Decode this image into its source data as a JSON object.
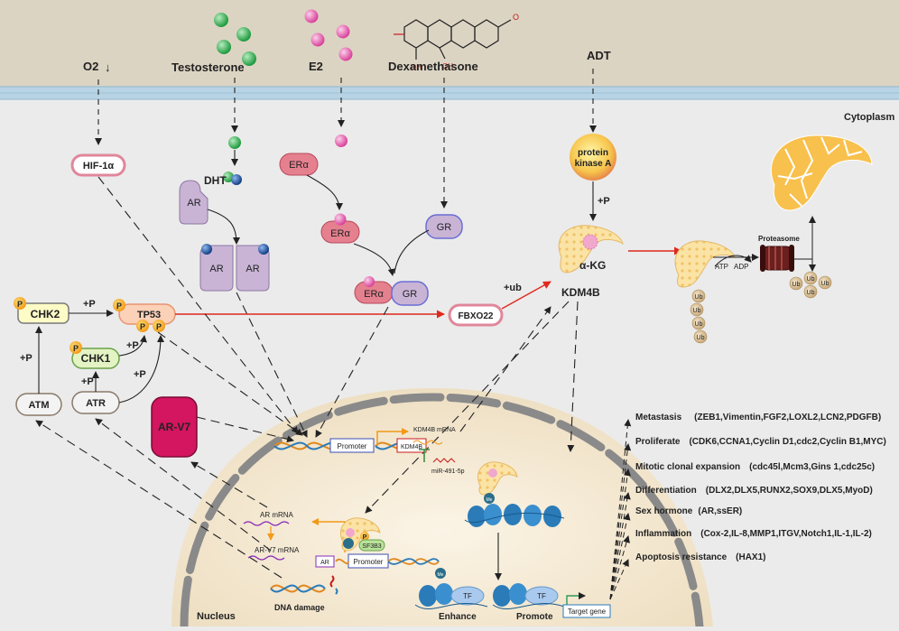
{
  "labels": {
    "o2": "O2",
    "testosterone": "Testosterone",
    "e2": "E2",
    "dexamethasone": "Dexamethasone",
    "adt": "ADT",
    "cytoplasm": "Cytoplasm",
    "nucleus": "Nucleus",
    "hif1a": "HIF-1α",
    "dht": "DHT",
    "ar": "AR",
    "er_alpha": "ERα",
    "gr": "GR",
    "protein_kinase_a_line1": "protein",
    "protein_kinase_a_line2": "kinase A",
    "plus_p": "+P",
    "plus_ub": "+ub",
    "alpha_kg": "α-KG",
    "kdm4b": "KDM4B",
    "proteasome": "Proteasome",
    "atp": "ATP",
    "adp": "ADP",
    "ub": "Ub",
    "chk2": "CHK2",
    "chk1": "CHK1",
    "tp53": "TP53",
    "atm": "ATM",
    "atr": "ATR",
    "p": "P",
    "fbxo22": "FBXO22",
    "ar_v7": "AR-V7",
    "promoter": "Promoter",
    "kdm4b_mrna": "KDM4B mRNA",
    "mir": "miR-491-5p",
    "ar_mrna": "AR mRNA",
    "ar_v7_mrna": "AR-V7 mRNA",
    "sf3b3": "SF3B3",
    "dna_damage": "DNA damage",
    "tf": "TF",
    "enhance": "Enhance",
    "promote": "Promote",
    "target_gene": "Target gene",
    "me": "Me"
  },
  "outcomes": [
    {
      "name": "Metastasis",
      "genes": "(ZEB1,Vimentin,FGF2,LOXL2,LCN2,PDGFB)"
    },
    {
      "name": "Proliferate",
      "genes": "(CDK6,CCNA1,Cyclin D1,cdc2,Cyclin B1,MYC)"
    },
    {
      "name": "Mitotic clonal expansion",
      "genes": "(cdc45l,Mcm3,Gins 1,cdc25c)"
    },
    {
      "name": "Differentiation",
      "genes": "(DLX2,DLX5,RUNX2,SOX9,DLX5,MyoD)"
    },
    {
      "name": "Sex hormone",
      "genes": "(AR,ssER)"
    },
    {
      "name": "Inflammation",
      "genes": "(Cox-2,IL-8,MMP1,ITGV,Notch1,IL-1,IL-2)"
    },
    {
      "name": "Apoptosis resistance",
      "genes": "(HAX1)"
    }
  ],
  "colors": {
    "extracellular": "#dcd4c3",
    "membrane": "#b8d4e4",
    "cytoplasm": "#ebebeb",
    "nucleus": "#f3e9d4",
    "envelope": "#7d7d7d",
    "ar_fill": "#c9b4d6",
    "er_fill": "#e5808f",
    "testosterone_ball": "#2da84a",
    "e2_ball": "#e45aa8",
    "dht_ball": "#1f59a8",
    "red_arrow": "#e0281e",
    "ar_v7_fill": "#d4155f"
  }
}
